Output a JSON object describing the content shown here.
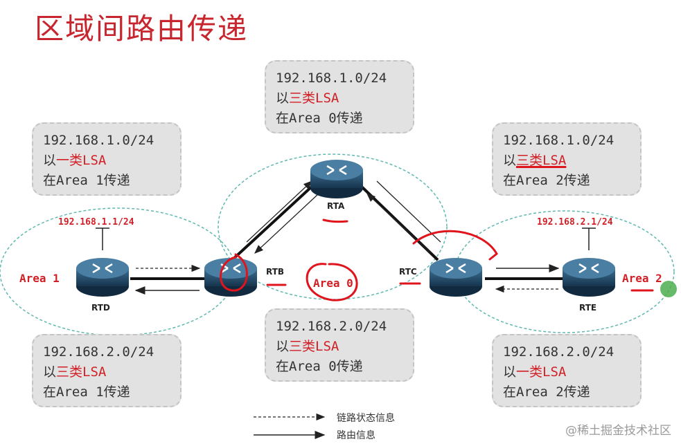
{
  "title": "区域间路由传递",
  "boxes": {
    "rtd_top": {
      "line1": "192.168.1.0/24",
      "line2_pre": "以",
      "line2_red": "一类LSA",
      "line3": "在Area 1传递"
    },
    "rta_top": {
      "line1": "192.168.1.0/24",
      "line2_pre": "以",
      "line2_red": "三类LSA",
      "line3": "在Area 0传递"
    },
    "rte_top": {
      "line1": "192.168.1.0/24",
      "line2_pre": "以",
      "line2_red": "三类LSA",
      "line3": "在Area 2传递"
    },
    "rtd_bottom": {
      "line1": "192.168.2.0/24",
      "line2_pre": "以",
      "line2_red": "三类LSA",
      "line3": "在Area 1传递"
    },
    "mid_bottom": {
      "line1": "192.168.2.0/24",
      "line2_pre": "以",
      "line2_red": "三类LSA",
      "line3": "在Area 0传递"
    },
    "rte_bottom": {
      "line1": "192.168.2.0/24",
      "line2_pre": "以",
      "line2_red": "一类LSA",
      "line3": "在Area 2传递"
    }
  },
  "areas": {
    "area1": "Area 1",
    "area0": "Area 0",
    "area2": "Area 2"
  },
  "ips": {
    "rtd": "192.168.1.1/24",
    "rte": "192.168.2.1/24"
  },
  "routers": {
    "rta": "RTA",
    "rtb": "RTB",
    "rtc": "RTC",
    "rtd": "RTD",
    "rte": "RTE"
  },
  "legend": {
    "dashed": "链路状态信息",
    "solid": "路由信息"
  },
  "watermark": "@稀土掘金技术社区",
  "colors": {
    "title": "#c8262e",
    "highlight": "#d11f26",
    "area_border": "#5fb8b0",
    "router": "#2a5375"
  }
}
